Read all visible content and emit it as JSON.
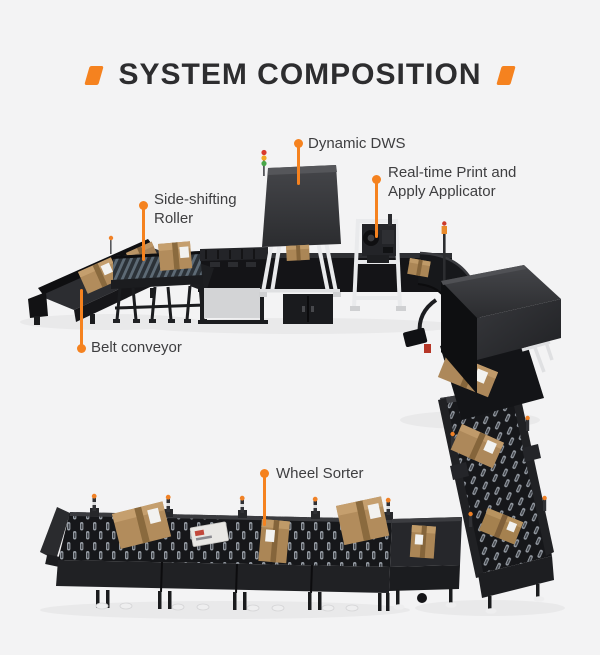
{
  "title": {
    "text": "SYSTEM COMPOSITION"
  },
  "callouts": {
    "dynamic_dws": {
      "label": "Dynamic DWS"
    },
    "print_apply": {
      "line1": "Real-time Print and",
      "line2": "Apply Applicator"
    },
    "side_shifting": {
      "line1": "Side-shifting",
      "line2": "Roller"
    },
    "belt_conveyor": {
      "label": "Belt conveyor"
    },
    "wheel_sorter": {
      "label": "Wheel Sorter"
    }
  },
  "theme": {
    "background": "#f3f3f4",
    "accent_orange": "#f5821f",
    "title_color": "#2d2d2f",
    "label_color": "#3e3e40",
    "machine_dark": "#1b1c1e",
    "panel_gray": "#d3d4d6",
    "carton_brown": "#b28c5c",
    "frame_white": "#e9eaec"
  }
}
